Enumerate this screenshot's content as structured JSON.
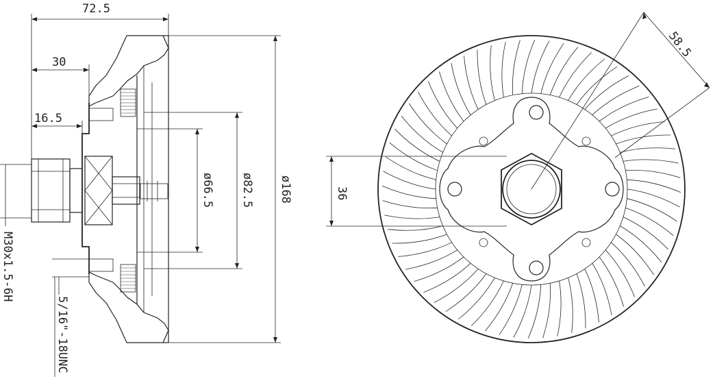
{
  "side_view": {
    "dim_overall_depth": "72.5",
    "dim_hub_depth": "30",
    "dim_flange_depth": "16.5",
    "dim_dia_66": "ø66.5",
    "dim_dia_82": "ø82.5",
    "dim_dia_168": "ø168",
    "thread_label": "M30x1.5-6H",
    "bolt_label": "5/16\"-18UNC"
  },
  "front_view": {
    "dim_hex": "36",
    "dim_radius": "58.5"
  },
  "colors": {
    "line": "#222222",
    "background": "#ffffff"
  }
}
